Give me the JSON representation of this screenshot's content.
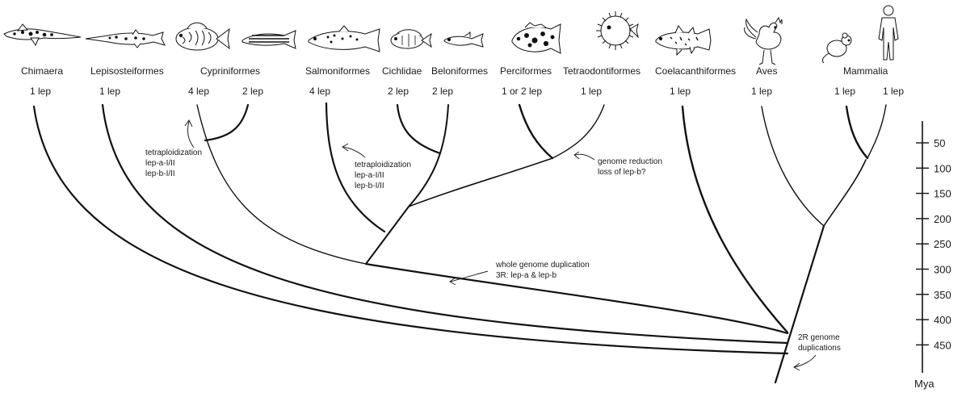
{
  "taxa": [
    {
      "name": "Chimaera",
      "icon": "chimaera-fish-icon",
      "counts": [
        "1 lep"
      ]
    },
    {
      "name": "Lepisosteiformes",
      "icon": "gar-fish-icon",
      "counts": [
        "1 lep"
      ]
    },
    {
      "name": "Cypriniformes",
      "icon": "carp-and-zebrafish-icon",
      "counts": [
        "4 lep",
        "2 lep"
      ]
    },
    {
      "name": "Salmoniformes",
      "icon": "trout-icon",
      "counts": [
        "4 lep"
      ]
    },
    {
      "name": "Cichlidae",
      "icon": "cichlid-icon",
      "counts": [
        "2 lep"
      ]
    },
    {
      "name": "Beloniformes",
      "icon": "medaka-icon",
      "counts": [
        "2 lep"
      ]
    },
    {
      "name": "Perciformes",
      "icon": "grouper-icon",
      "counts": [
        "1 or 2 lep"
      ]
    },
    {
      "name": "Tetraodontiformes",
      "icon": "pufferfish-icon",
      "counts": [
        "1 lep"
      ]
    },
    {
      "name": "Coelacanthiformes",
      "icon": "coelacanth-icon",
      "counts": [
        "1 lep"
      ]
    },
    {
      "name": "Aves",
      "icon": "rooster-icon",
      "counts": [
        "1 lep"
      ]
    },
    {
      "name": "Mammalia",
      "icon": "mouse-and-human-icon",
      "counts": [
        "1 lep",
        "1 lep"
      ]
    }
  ],
  "annotations": {
    "cyprinid_tetraploidization": [
      "tetraploidization",
      "lep-a-I/II",
      "lep-b-I/II"
    ],
    "salmonid_tetraploidization": [
      "tetraploidization",
      "lep-a-I/II",
      "lep-b-I/II"
    ],
    "genome_reduction": [
      "genome reduction",
      "loss of lep-b?"
    ],
    "whole_genome_duplication": [
      "whole genome duplication",
      "3R: lep-a & lep-b"
    ],
    "two_r": [
      "2R genome",
      "duplications"
    ]
  },
  "time_axis": {
    "unit": "Mya",
    "ticks": [
      "50",
      "100",
      "150",
      "200",
      "250",
      "300",
      "350",
      "400",
      "450"
    ]
  },
  "colors": {
    "line": "#111111",
    "text": "#1a1a1a",
    "icon_fill": "#ffffff"
  }
}
